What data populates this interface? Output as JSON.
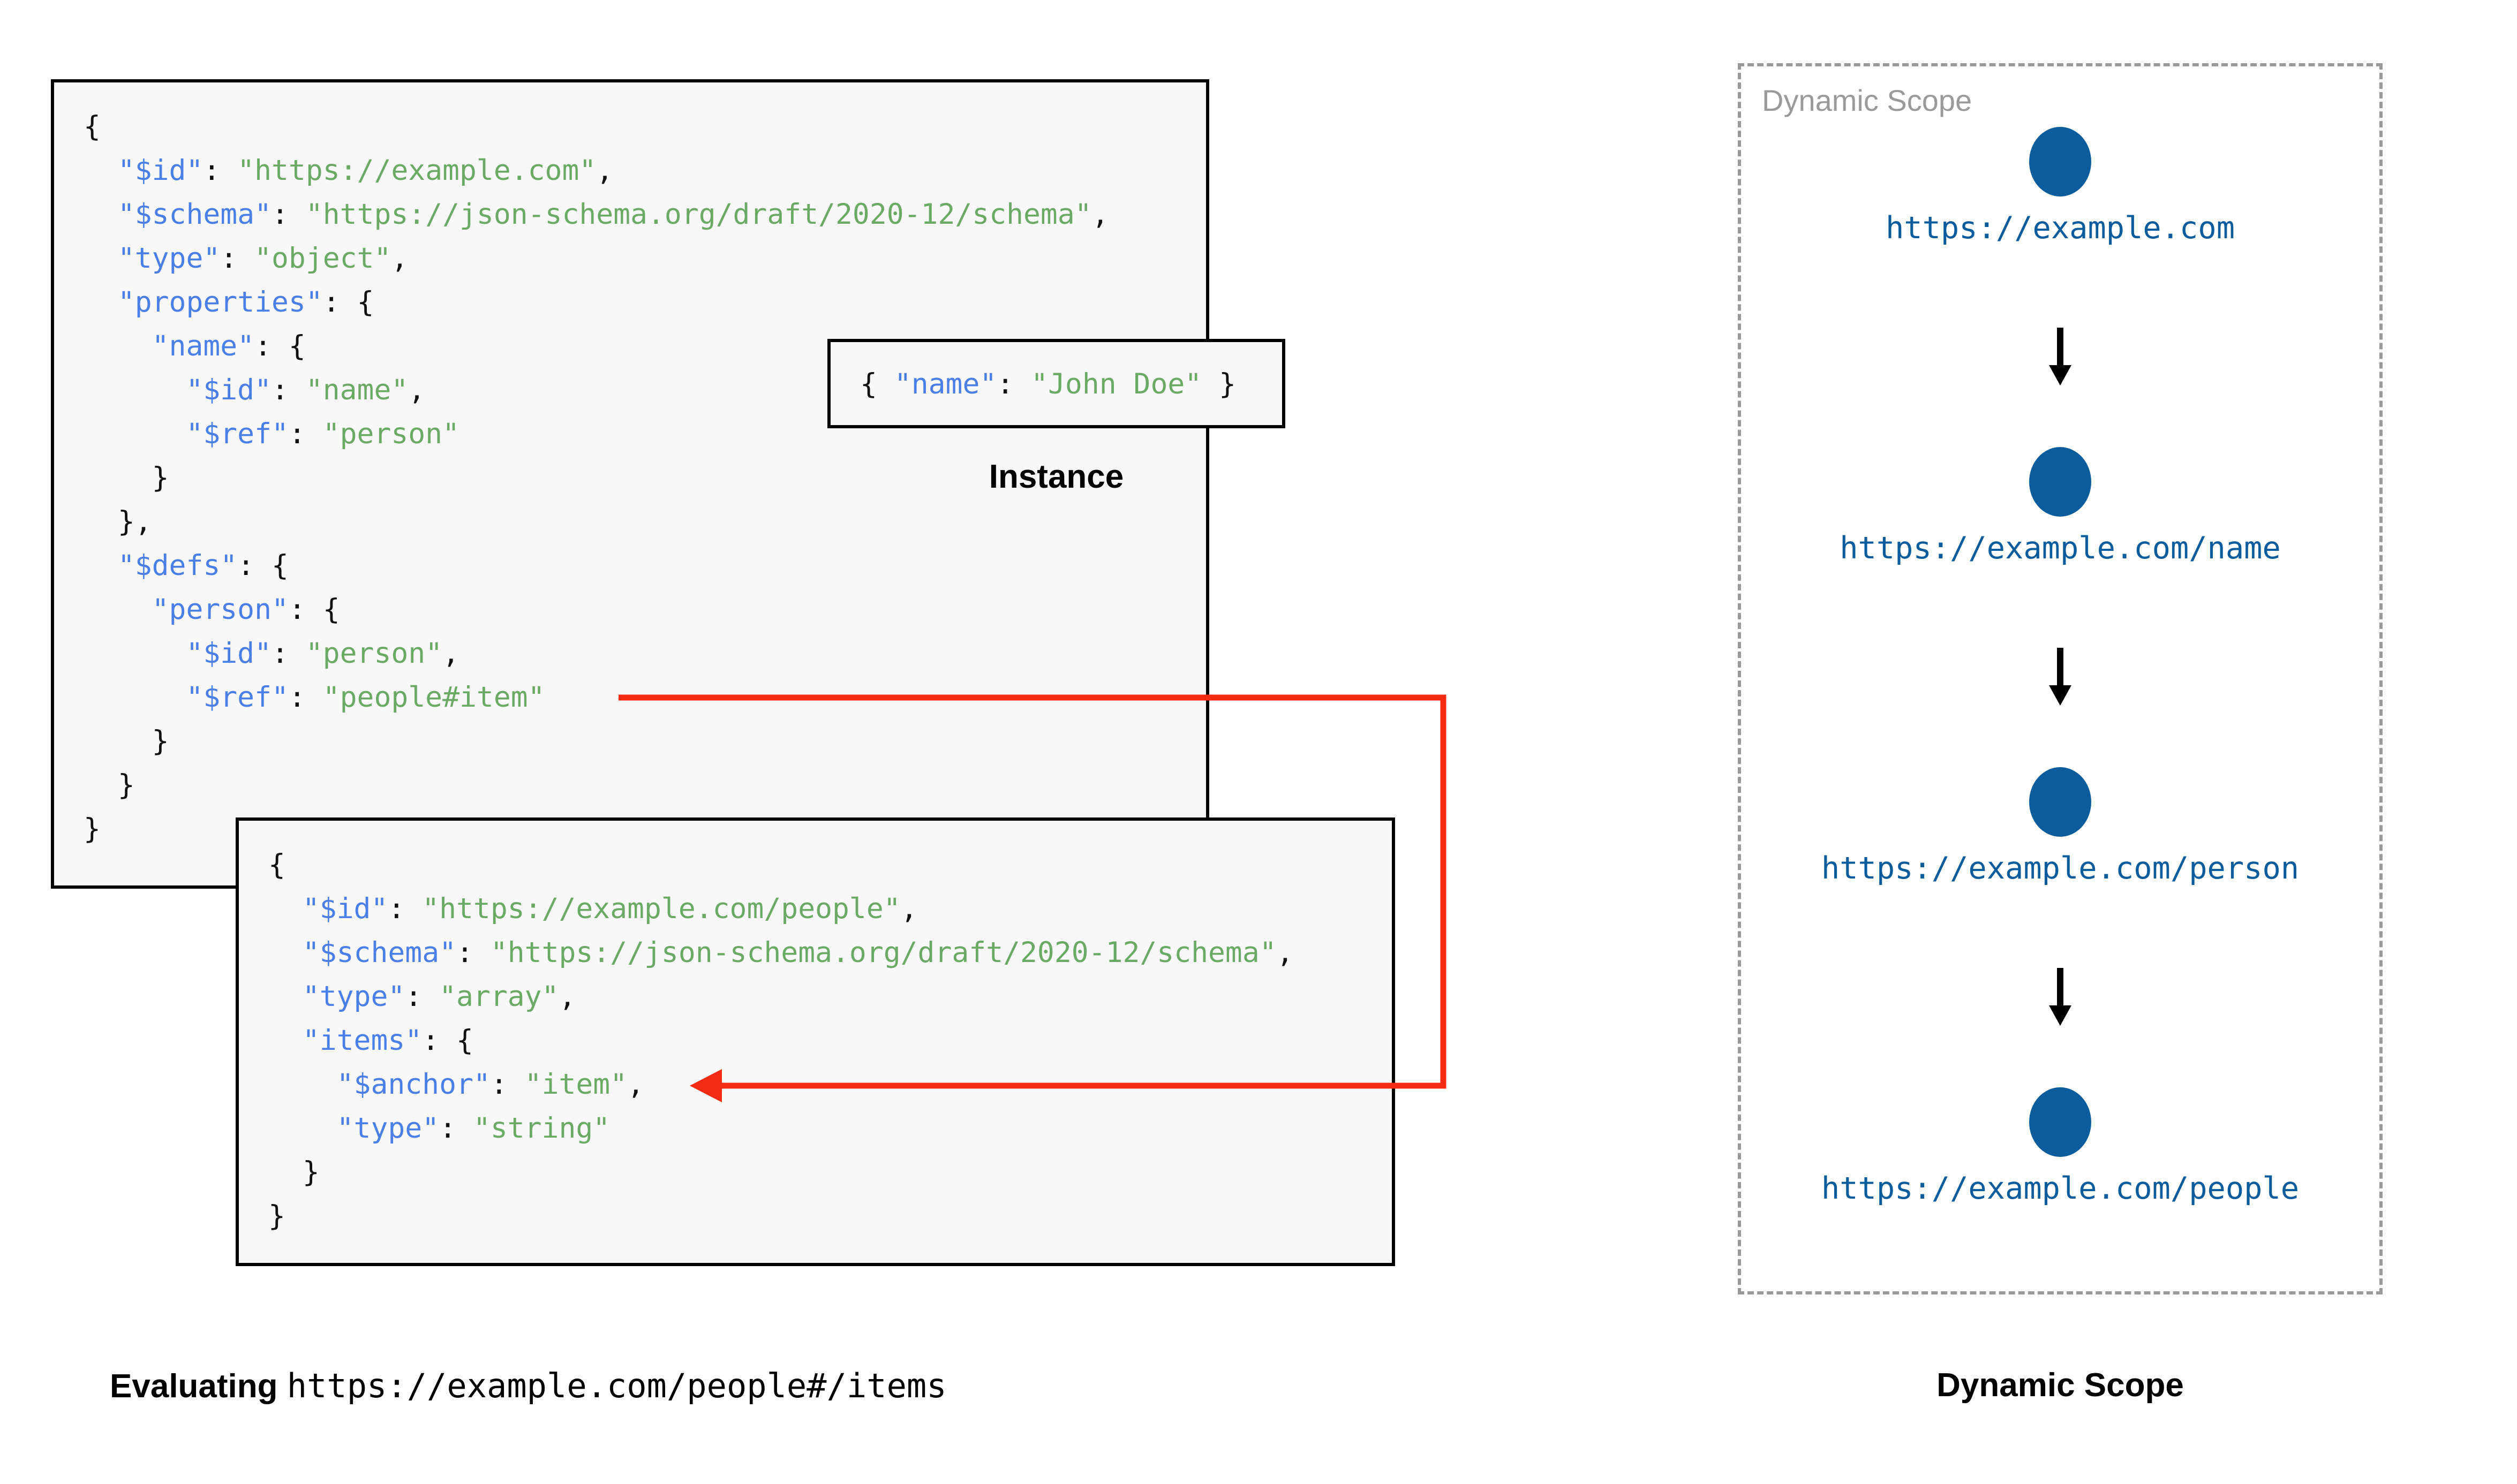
{
  "diagram": {
    "title": "JSON Schema dynamic scope evaluation",
    "colors": {
      "key": "#4a7fe8",
      "string": "#6aaa64",
      "punctuation": "#111111",
      "arrow_red": "#f42b12",
      "node_blue": "#0a5c9c",
      "scope_border": "#9a9a9a",
      "box_border": "#000000",
      "box_fill": "#f8f8f8"
    }
  },
  "schema_box": {
    "name": "root-schema",
    "lines": [
      [
        {
          "t": "{",
          "c": "p"
        }
      ],
      [
        {
          "t": "  ",
          "c": "p"
        },
        {
          "t": "\"$id\"",
          "c": "k"
        },
        {
          "t": ": ",
          "c": "p"
        },
        {
          "t": "\"https://example.com\"",
          "c": "s"
        },
        {
          "t": ",",
          "c": "p"
        }
      ],
      [
        {
          "t": "  ",
          "c": "p"
        },
        {
          "t": "\"$schema\"",
          "c": "k"
        },
        {
          "t": ": ",
          "c": "p"
        },
        {
          "t": "\"https://json-schema.org/draft/2020-12/schema\"",
          "c": "s"
        },
        {
          "t": ",",
          "c": "p"
        }
      ],
      [
        {
          "t": "  ",
          "c": "p"
        },
        {
          "t": "\"type\"",
          "c": "k"
        },
        {
          "t": ": ",
          "c": "p"
        },
        {
          "t": "\"object\"",
          "c": "s"
        },
        {
          "t": ",",
          "c": "p"
        }
      ],
      [
        {
          "t": "  ",
          "c": "p"
        },
        {
          "t": "\"properties\"",
          "c": "k"
        },
        {
          "t": ": {",
          "c": "p"
        }
      ],
      [
        {
          "t": "    ",
          "c": "p"
        },
        {
          "t": "\"name\"",
          "c": "k"
        },
        {
          "t": ": {",
          "c": "p"
        }
      ],
      [
        {
          "t": "      ",
          "c": "p"
        },
        {
          "t": "\"$id\"",
          "c": "k"
        },
        {
          "t": ": ",
          "c": "p"
        },
        {
          "t": "\"name\"",
          "c": "s"
        },
        {
          "t": ",",
          "c": "p"
        }
      ],
      [
        {
          "t": "      ",
          "c": "p"
        },
        {
          "t": "\"$ref\"",
          "c": "k"
        },
        {
          "t": ": ",
          "c": "p"
        },
        {
          "t": "\"person\"",
          "c": "s"
        }
      ],
      [
        {
          "t": "    }",
          "c": "p"
        }
      ],
      [
        {
          "t": "  },",
          "c": "p"
        }
      ],
      [
        {
          "t": "  ",
          "c": "p"
        },
        {
          "t": "\"$defs\"",
          "c": "k"
        },
        {
          "t": ": {",
          "c": "p"
        }
      ],
      [
        {
          "t": "    ",
          "c": "p"
        },
        {
          "t": "\"person\"",
          "c": "k"
        },
        {
          "t": ": {",
          "c": "p"
        }
      ],
      [
        {
          "t": "      ",
          "c": "p"
        },
        {
          "t": "\"$id\"",
          "c": "k"
        },
        {
          "t": ": ",
          "c": "p"
        },
        {
          "t": "\"person\"",
          "c": "s"
        },
        {
          "t": ",",
          "c": "p"
        }
      ],
      [
        {
          "t": "      ",
          "c": "p"
        },
        {
          "t": "\"$ref\"",
          "c": "k"
        },
        {
          "t": ": ",
          "c": "p"
        },
        {
          "t": "\"people#item\"",
          "c": "s"
        }
      ],
      [
        {
          "t": "    }",
          "c": "p"
        }
      ],
      [
        {
          "t": "  }",
          "c": "p"
        }
      ],
      [
        {
          "t": "}",
          "c": "p"
        }
      ]
    ]
  },
  "instance_box": {
    "name": "instance",
    "label": "Instance",
    "lines": [
      [
        {
          "t": "{ ",
          "c": "p"
        },
        {
          "t": "\"name\"",
          "c": "k"
        },
        {
          "t": ": ",
          "c": "p"
        },
        {
          "t": "\"John Doe\"",
          "c": "s"
        },
        {
          "t": " }",
          "c": "p"
        }
      ]
    ]
  },
  "people_box": {
    "name": "people-schema",
    "lines": [
      [
        {
          "t": "{",
          "c": "p"
        }
      ],
      [
        {
          "t": "  ",
          "c": "p"
        },
        {
          "t": "\"$id\"",
          "c": "k"
        },
        {
          "t": ": ",
          "c": "p"
        },
        {
          "t": "\"https://example.com/people\"",
          "c": "s"
        },
        {
          "t": ",",
          "c": "p"
        }
      ],
      [
        {
          "t": "  ",
          "c": "p"
        },
        {
          "t": "\"$schema\"",
          "c": "k"
        },
        {
          "t": ": ",
          "c": "p"
        },
        {
          "t": "\"https://json-schema.org/draft/2020-12/schema\"",
          "c": "s"
        },
        {
          "t": ",",
          "c": "p"
        }
      ],
      [
        {
          "t": "  ",
          "c": "p"
        },
        {
          "t": "\"type\"",
          "c": "k"
        },
        {
          "t": ": ",
          "c": "p"
        },
        {
          "t": "\"array\"",
          "c": "s"
        },
        {
          "t": ",",
          "c": "p"
        }
      ],
      [
        {
          "t": "  ",
          "c": "p"
        },
        {
          "t": "\"items\"",
          "c": "k"
        },
        {
          "t": ": {",
          "c": "p"
        }
      ],
      [
        {
          "t": "    ",
          "c": "p"
        },
        {
          "t": "\"$anchor\"",
          "c": "k"
        },
        {
          "t": ": ",
          "c": "p"
        },
        {
          "t": "\"item\"",
          "c": "s"
        },
        {
          "t": ",",
          "c": "p"
        }
      ],
      [
        {
          "t": "    ",
          "c": "p"
        },
        {
          "t": "\"type\"",
          "c": "k"
        },
        {
          "t": ": ",
          "c": "p"
        },
        {
          "t": "\"string\"",
          "c": "s"
        }
      ],
      [
        {
          "t": "  }",
          "c": "p"
        }
      ],
      [
        {
          "t": "}",
          "c": "p"
        }
      ]
    ]
  },
  "ref_arrow": {
    "name": "ref-resolution-arrow",
    "from": "\"$ref\": \"people#item\"",
    "to": "\"$anchor\": \"item\"",
    "color": "#f42b12"
  },
  "scope_panel": {
    "inline_label": "Dynamic Scope",
    "caption": "Dynamic Scope",
    "nodes": [
      {
        "url": "https://example.com"
      },
      {
        "url": "https://example.com/name"
      },
      {
        "url": "https://example.com/person"
      },
      {
        "url": "https://example.com/people"
      }
    ]
  },
  "eval_caption": {
    "prefix": "Evaluating ",
    "uri": "https://example.com/people#/items"
  }
}
